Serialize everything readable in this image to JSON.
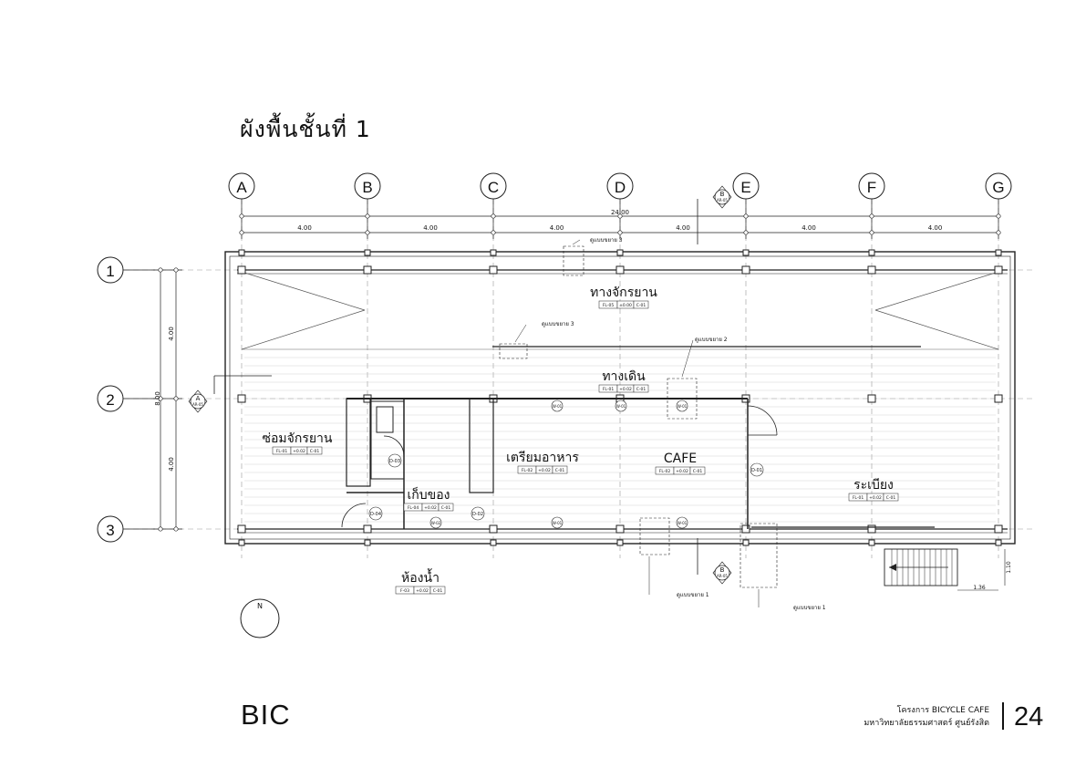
{
  "header": {
    "title": "ผังพื้นชั้นที่  1"
  },
  "grid": {
    "columns": [
      "A",
      "B",
      "C",
      "D",
      "E",
      "F",
      "G"
    ],
    "rows": [
      "1",
      "2",
      "3"
    ],
    "overall_width": "24.00",
    "bay_widths": [
      "4.00",
      "4.00",
      "4.00",
      "4.00",
      "4.00",
      "4.00"
    ],
    "overall_depth": "8.00",
    "bay_depths": [
      "4.00",
      "4.00"
    ]
  },
  "rooms": [
    {
      "id": "bike-lane",
      "name": "ทางจักรยาน",
      "tags": [
        "FL-05",
        "±0.00",
        "C-01"
      ]
    },
    {
      "id": "walkway",
      "name": "ทางเดิน",
      "tags": [
        "FL-01",
        "+0.02",
        "C-01"
      ]
    },
    {
      "id": "bike-repair",
      "name": "ซ่อมจักรยาน",
      "tags": [
        "FL-01",
        "+0.02",
        "C-01"
      ]
    },
    {
      "id": "food-prep",
      "name": "เตรียมอาหาร",
      "tags": [
        "FL-02",
        "+0.02",
        "C-01"
      ]
    },
    {
      "id": "cafe",
      "name": "CAFE",
      "tags": [
        "FL-02",
        "+0.02",
        "C-01"
      ]
    },
    {
      "id": "storage",
      "name": "เก็บของ",
      "tags": [
        "FL-04",
        "+0.02",
        "C-01"
      ]
    },
    {
      "id": "terrace",
      "name": "ระเบียง",
      "tags": [
        "FL-01",
        "+0.02",
        "C-01"
      ]
    },
    {
      "id": "restroom",
      "name": "ห้องน้ำ",
      "tags": [
        "F-03",
        "+0.02",
        "C-01"
      ]
    }
  ],
  "detail_callouts": [
    "ดูแบบขยาย 3",
    "ดูแบบขยาย 3",
    "ดูแบบขยาย 2",
    "ดูแบบขยาย 1",
    "ดูแบบขยาย 1"
  ],
  "door_tags": [
    "D-01",
    "D-02",
    "D-03",
    "D-04"
  ],
  "window_tags": [
    "W-01",
    "W-01",
    "W-01",
    "W-01",
    "W-01",
    "W-02"
  ],
  "section_markers": [
    {
      "letter": "A",
      "sheet": "AR-05"
    },
    {
      "letter": "B",
      "sheet": "AR-05"
    },
    {
      "letter": "B",
      "sheet": "AR-05"
    }
  ],
  "stair_dims": [
    "1.36",
    "1.10"
  ],
  "north_arrow": "N",
  "footer": {
    "logo": "BIC",
    "project_line1": "โครงการ BICYCLE CAFE",
    "project_line2": "มหาวิทยาลัยธรรมศาสตร์ ศูนย์รังสิต",
    "page_number": "24"
  }
}
